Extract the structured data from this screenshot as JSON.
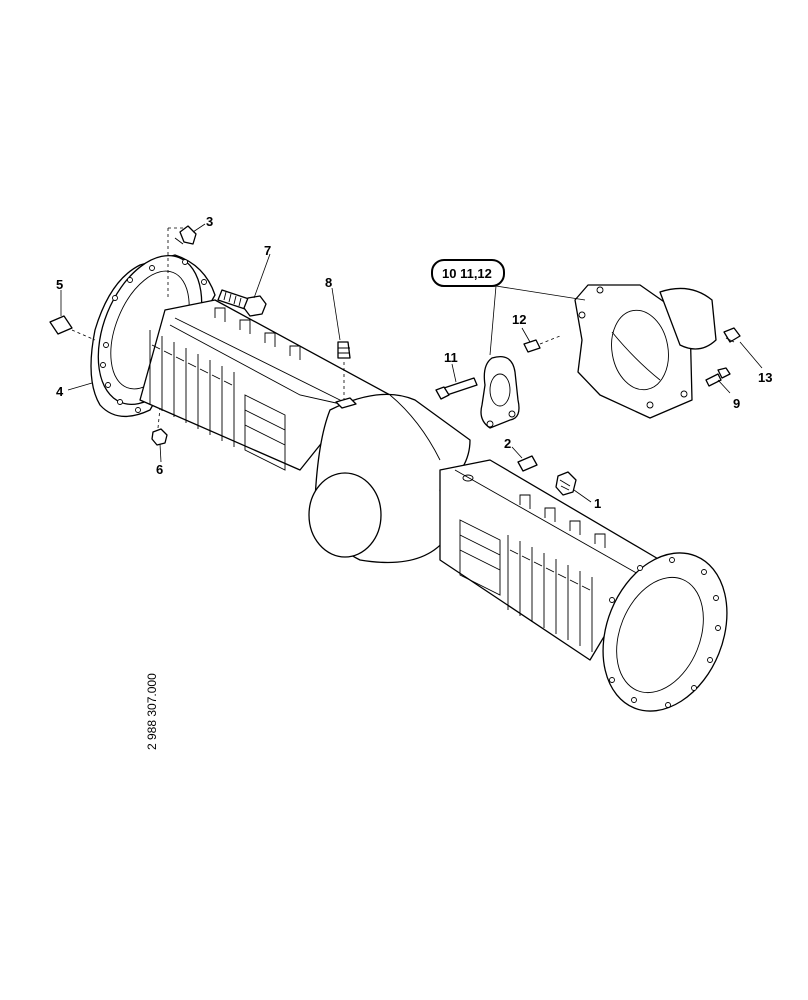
{
  "callouts": {
    "c1": "1",
    "c2": "2",
    "c3": "3",
    "c4": "4",
    "c5": "5",
    "c6": "6",
    "c7": "7",
    "c8": "8",
    "c9": "9",
    "c10": "10 11,12",
    "c11": "11",
    "c12": "12",
    "c13": "13"
  },
  "document_number": "2 988 307.000"
}
